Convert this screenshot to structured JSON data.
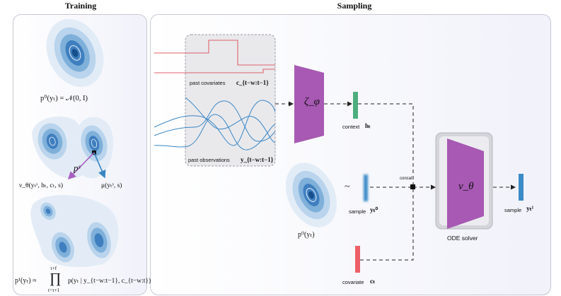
{
  "headers": {
    "training": "Training",
    "sampling": "Sampling"
  },
  "training": {
    "prior_label": "p⁰(yₜ) = 𝒩(0, I)",
    "path_point": "pˢ",
    "velocity_model": "ν_θ(yₜˢ, hₜ, cₜ, s)",
    "target_velocity": "μ(yₜˢ, s)",
    "target_left": "p¹(yₜ) ≈",
    "product_upper": "τ+f",
    "product_lower": "t=τ+1",
    "product_term": "p(yₜ | y_{t−w:t−1}, c_{t−w:t})"
  },
  "sampling": {
    "past_covariates": "past covariates",
    "past_covariates_sym": "c_{t−w:t−1}",
    "past_observations": "past observations",
    "past_observations_sym": "y_{t−w:t−1}",
    "encoder_symbol": "ζ_φ",
    "context": "context",
    "context_sym": "hₜ",
    "tilde": "~",
    "sample_in": "sample",
    "sample_in_sym": "yₜ⁰",
    "prior_sym": "p⁰(yₜ)",
    "concat": "concat",
    "covariate": "covariate",
    "covariate_sym": "cₜ",
    "model_symbol": "ν_θ",
    "ode_solver": "ODE solver",
    "sample_out": "sample",
    "sample_out_sym": "yₜ¹"
  },
  "colors": {
    "density_outer": "#dde8f5",
    "density_mid": "#9cc3e2",
    "density_core": "#1f62a3",
    "trajectory": "#3a86c4",
    "covariate_line": "#e0606a",
    "network": "#a759b3",
    "context_bar": "#4dae7d",
    "covariate_bar": "#ec5f66",
    "sample_bar": "#3b8bc6",
    "solver_box": "#d6d6dc",
    "velocity_arrow": "#a75ec0"
  }
}
